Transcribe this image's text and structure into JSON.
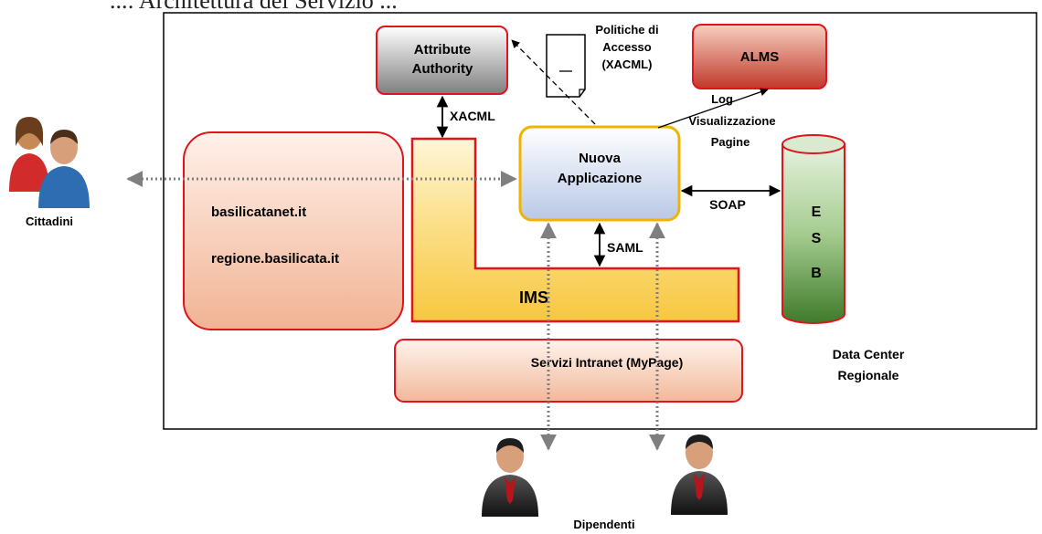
{
  "header_cut_text": "...: Architettura del Servizio ...",
  "nodes": {
    "attribute_authority": [
      "Attribute",
      "Authority"
    ],
    "policy_doc": [
      "Politiche di",
      "Accesso",
      "(XACML)"
    ],
    "alms": "ALMS",
    "nuova_app": [
      "Nuova",
      "Applicazione"
    ],
    "portal_domains": [
      "basilicatanet.it",
      "regione.basilicata.it"
    ],
    "ims": "IMS",
    "intranet": "Servizi Intranet (MyPage)",
    "esb": [
      "E",
      "S",
      "B"
    ],
    "data_center": [
      "Data Center",
      "Regionale"
    ]
  },
  "edges": {
    "xacml": "XACML",
    "saml": "SAML",
    "soap": "SOAP",
    "log": [
      "Log",
      "Visualizzazione",
      "Pagine"
    ]
  },
  "actors": {
    "citizens": "Cittadini",
    "employees": "Dipendenti"
  },
  "colors": {
    "box_border": "#e0141c",
    "app_border": "#f0b400",
    "ims_fill": "#f9d25a",
    "esb_fill": "#5e9845"
  }
}
